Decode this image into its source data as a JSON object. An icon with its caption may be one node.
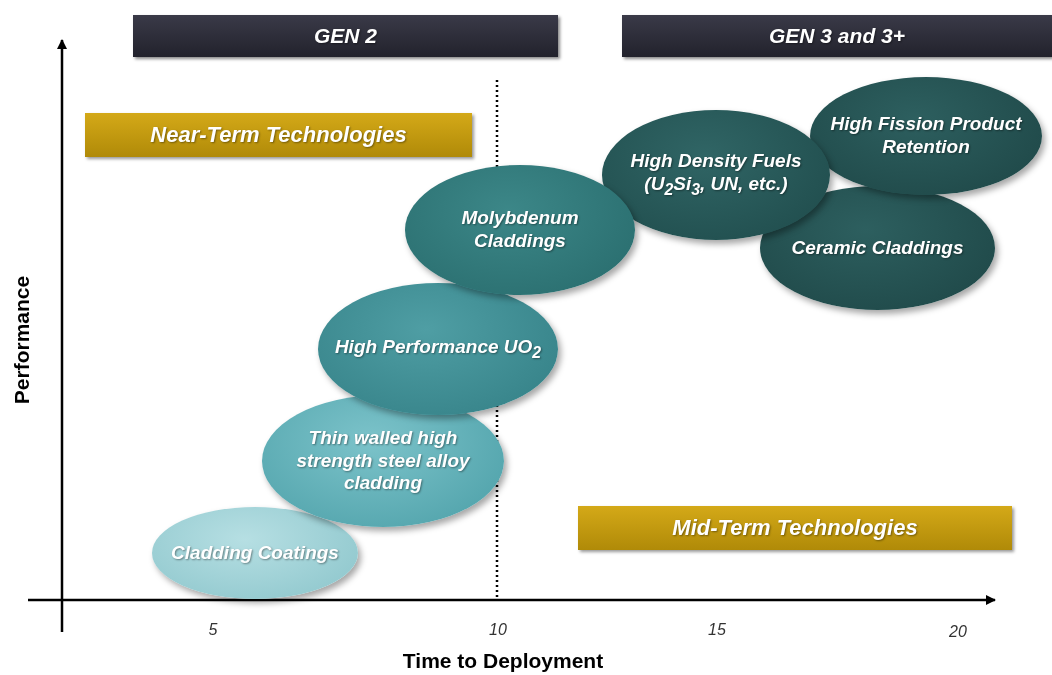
{
  "diagram": {
    "nodes": [
      {
        "text": [
          "GEN 2"
        ]
      },
      {
        "text": [
          "GEN 3 and 3+"
        ]
      },
      {
        "text": [
          "Near-Term Technologies"
        ]
      },
      {
        "text": [
          "Molybdenum Claddings"
        ]
      },
      {
        "text": [
          "High Density Fuels (U$_{2}$Si$_{3}$, UN, etc.)"
        ]
      },
      {
        "text": [
          "High Fission Product Retention"
        ]
      },
      {
        "text": [
          "Ceramic Claddings"
        ]
      },
      {
        "text": [
          "High Performance UO$_{2}$"
        ]
      },
      {
        "text": [
          "Thin walled high strength steel alloy cladding"
        ]
      },
      {
        "text": [
          "Mid-Term Technologies"
        ]
      },
      {
        "text": [
          "Cladding Coatings"
        ]
      }
    ],
    "labels": [
      "Performance",
      "5",
      "10",
      "15",
      "20",
      "Time to Deployment"
    ]
  }
}
